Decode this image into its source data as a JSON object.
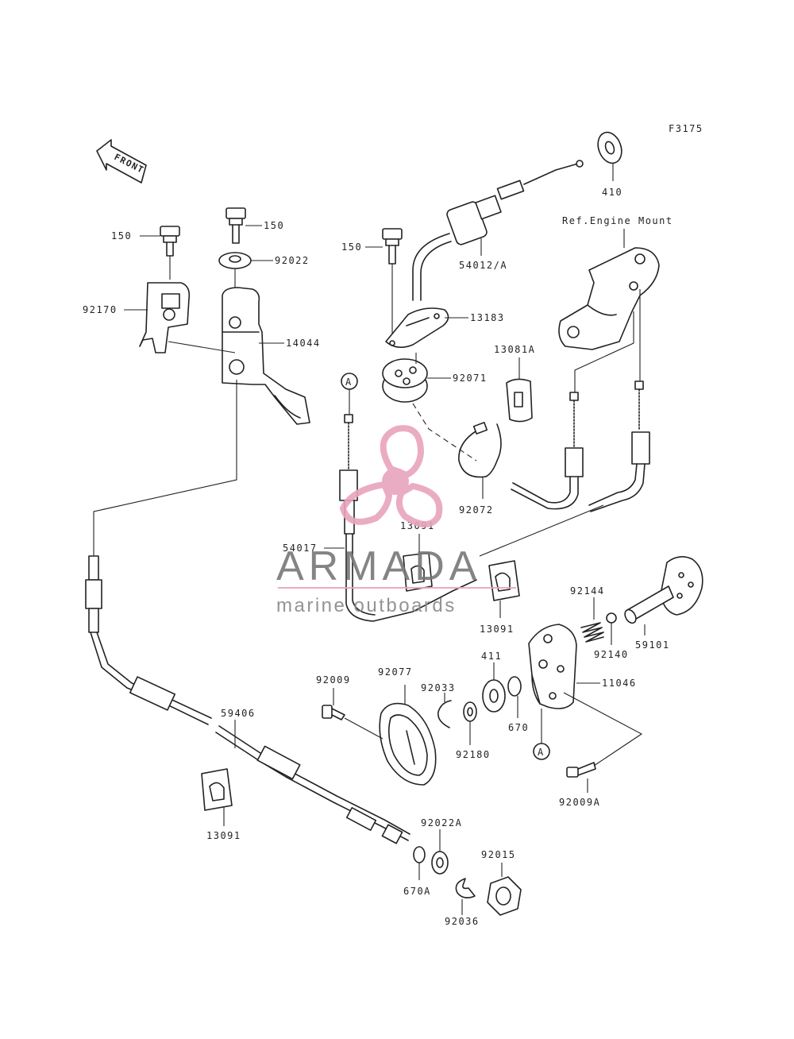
{
  "figure_code": "F3175",
  "front_label": "FRONT",
  "ref_label": "Ref.Engine Mount",
  "callout_a": "A",
  "watermark": {
    "title": "ARMADA",
    "subtitle": "marine outboards",
    "color": "#e8a4bd"
  },
  "parts": {
    "p150a": "150",
    "p150b": "150",
    "p150c": "150",
    "p92022": "92022",
    "p92170": "92170",
    "p14044": "14044",
    "p54012": "54012/A",
    "p13183": "13183",
    "p13081a": "13081A",
    "p92071": "92071",
    "p92072": "92072",
    "p410": "410",
    "p13091a": "13091",
    "p13091b": "13091",
    "p13091c": "13091",
    "p54017": "54017",
    "p92144": "92144",
    "p92140": "92140",
    "p59101": "59101",
    "p411": "411",
    "p11046": "11046",
    "p92009": "92009",
    "p92077": "92077",
    "p92033": "92033",
    "p670": "670",
    "p92180": "92180",
    "p92009a": "92009A",
    "p59406": "59406",
    "p92022a": "92022A",
    "p92015": "92015",
    "p670a": "670A",
    "p92036": "92036"
  }
}
